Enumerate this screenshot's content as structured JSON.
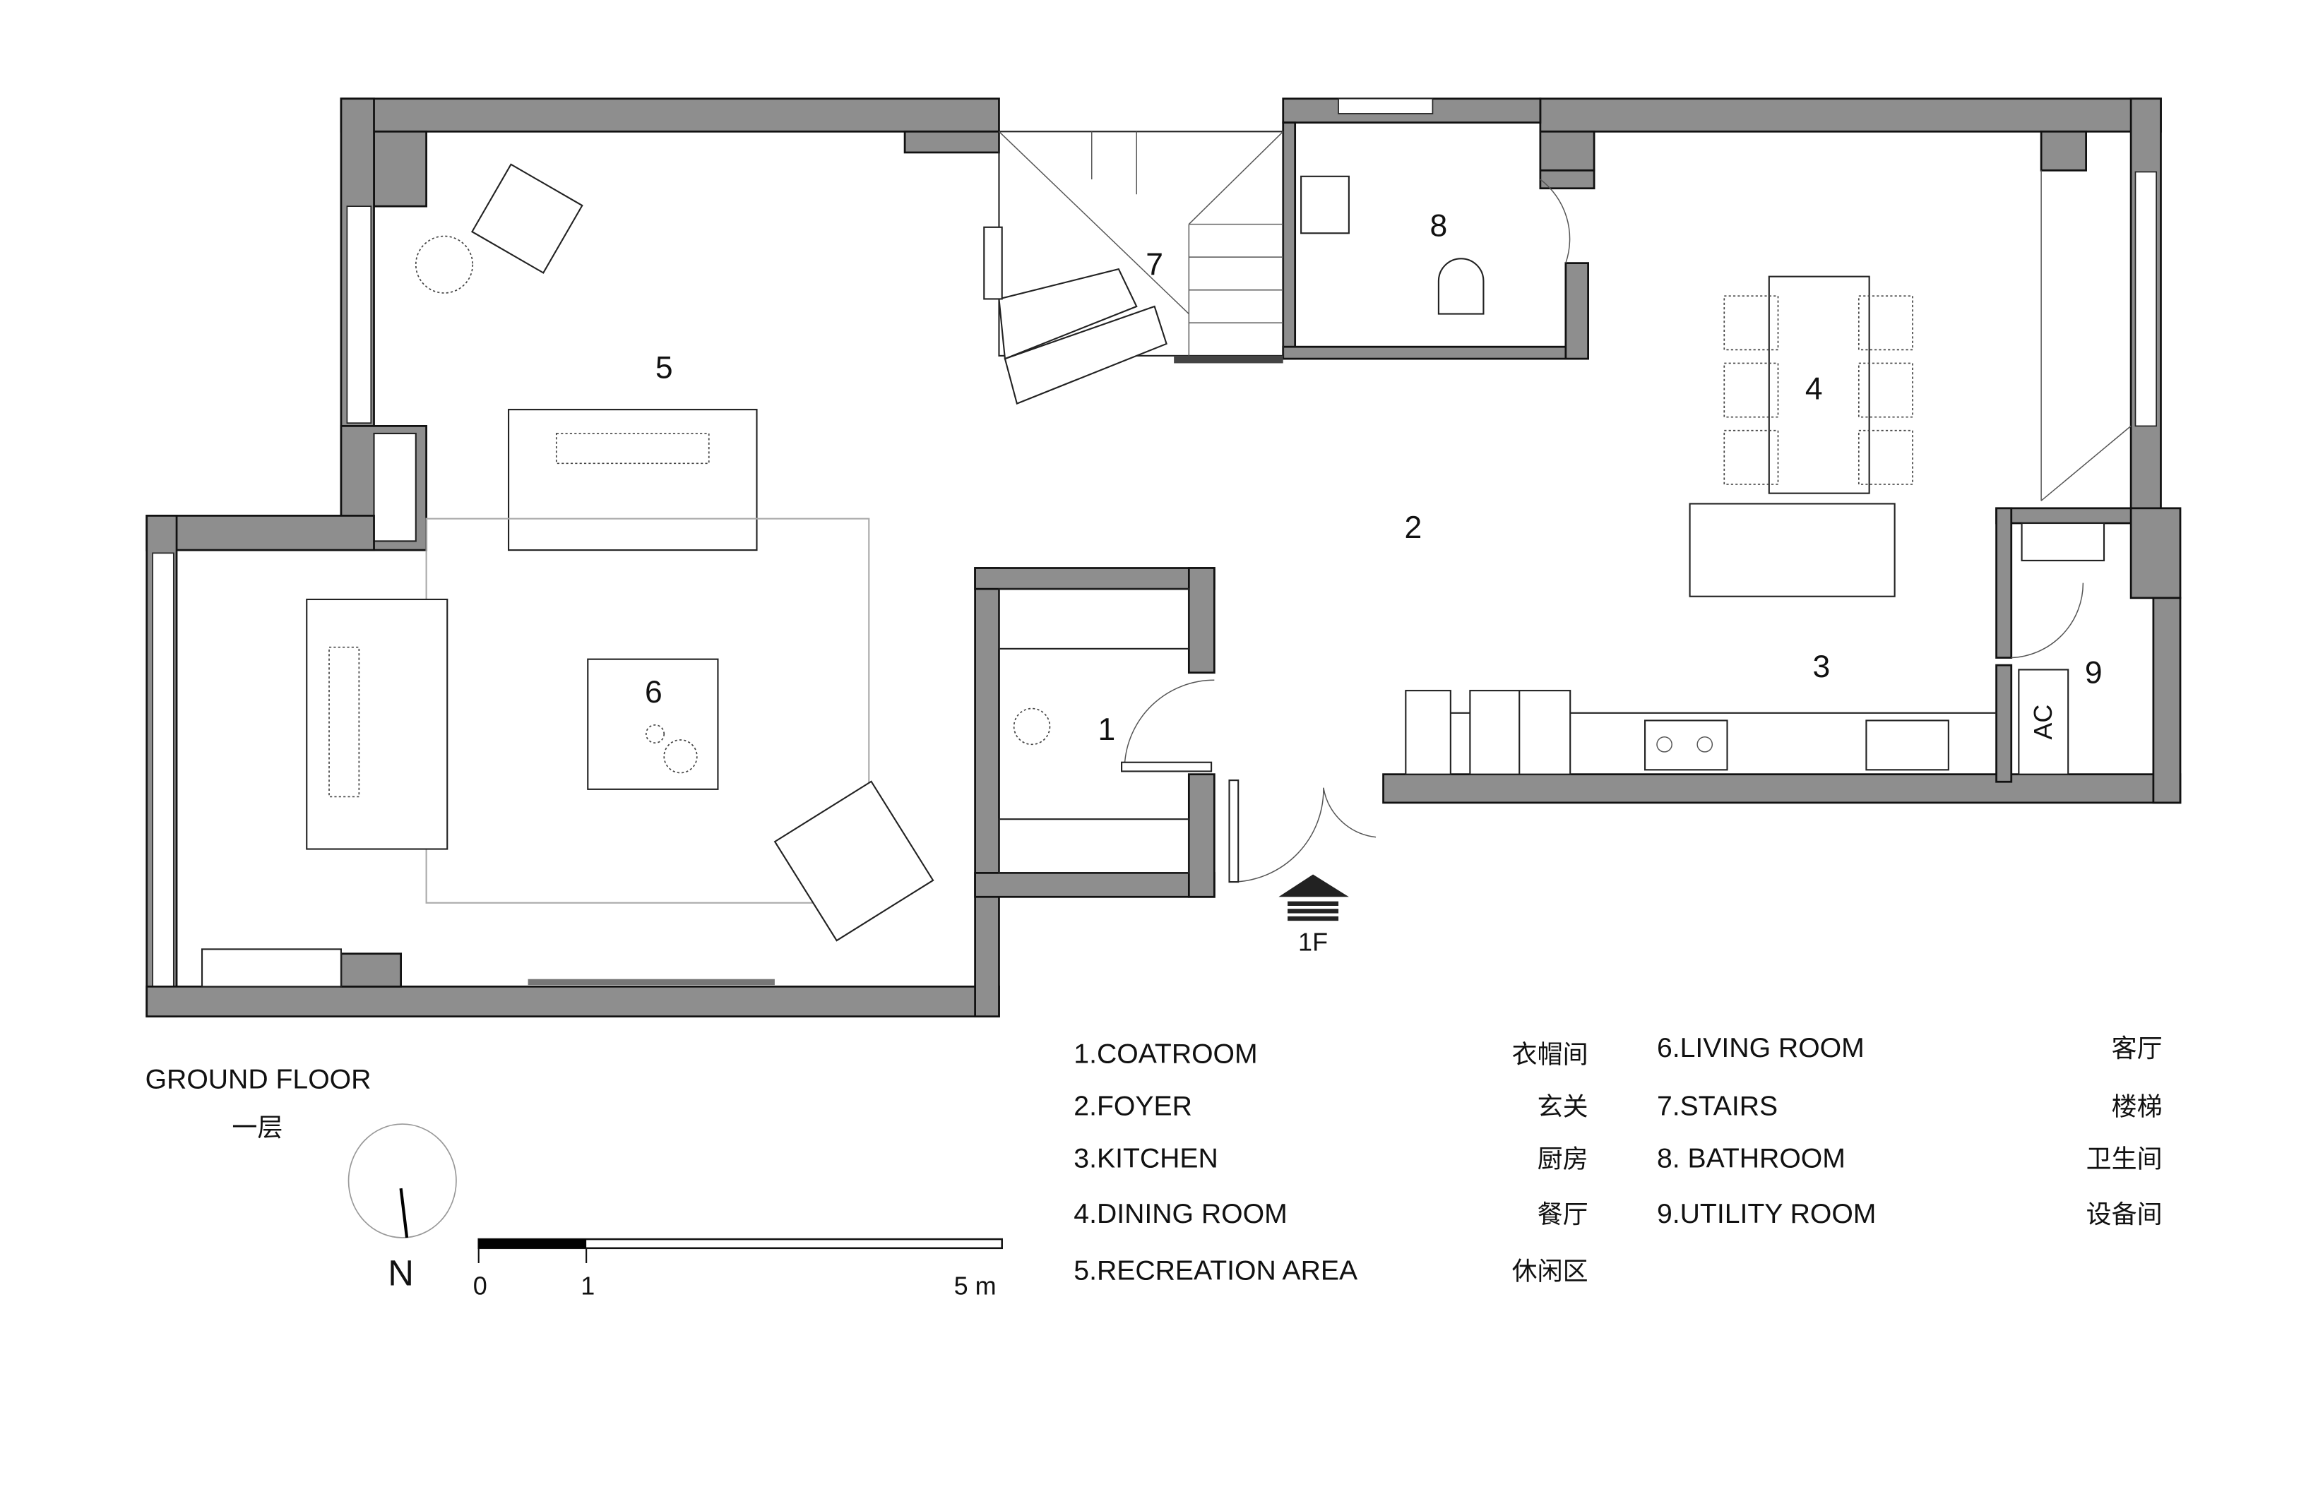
{
  "plan": {
    "title_en": "GROUND FLOOR",
    "title_zh": "一层",
    "entry_label": "1F",
    "room_numbers": [
      "1",
      "2",
      "3",
      "4",
      "5",
      "6",
      "7",
      "8",
      "9"
    ],
    "utility_ac_label": "AC"
  },
  "legend": [
    {
      "en": "1.COATROOM",
      "zh": "衣帽间"
    },
    {
      "en": "2.FOYER",
      "zh": "玄关"
    },
    {
      "en": "3.KITCHEN",
      "zh": "厨房"
    },
    {
      "en": "4.DINING ROOM",
      "zh": "餐厅"
    },
    {
      "en": "5.RECREATION AREA",
      "zh": "休闲区"
    },
    {
      "en": "6.LIVING ROOM",
      "zh": "客厅"
    },
    {
      "en": "7.STAIRS",
      "zh": "楼梯"
    },
    {
      "en": "8. BATHROOM",
      "zh": "卫生间"
    },
    {
      "en": "9.UTILITY ROOM",
      "zh": "设备间"
    }
  ],
  "compass": {
    "label": "N"
  },
  "scale_bar": {
    "ticks": [
      "0",
      "1",
      "5 m"
    ]
  },
  "colors": {
    "wall": "#8e8e8e",
    "line": "#222222",
    "background": "#ffffff"
  }
}
